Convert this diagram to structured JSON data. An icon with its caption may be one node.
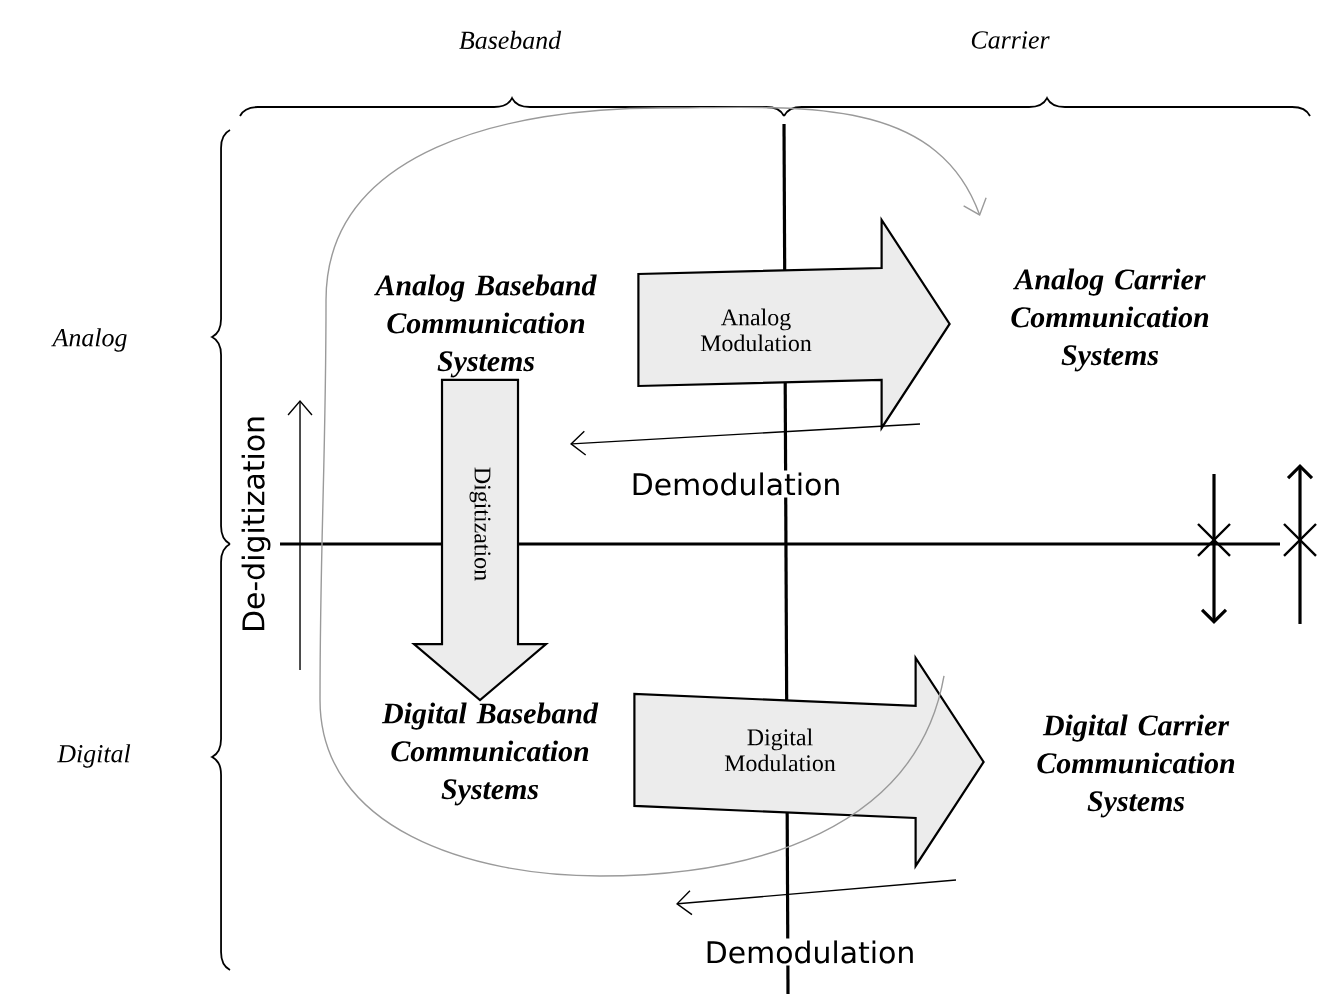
{
  "diagram": {
    "nodes": [
      {
        "text": [
          "Analog Baseband Communication Systems"
        ]
      },
      {
        "text": [
          "Analog Carrier Communication Systems"
        ]
      },
      {
        "text": [
          "Digital Baseband Communication Systems"
        ]
      },
      {
        "text": [
          "Digital Carrier Communication Systems"
        ]
      }
    ],
    "edges": [
      {
        "from": 0,
        "to": 1,
        "arrow": "to",
        "label": "Analog Modulation",
        "style": "thick"
      },
      {
        "from": 0,
        "to": 2,
        "arrow": "to",
        "label": "Digitization",
        "style": "thick"
      },
      {
        "from": 2,
        "to": 3,
        "arrow": "to",
        "label": "Digital Modulation",
        "style": "thick"
      },
      {
        "from": 1,
        "to": 0,
        "arrow": "to",
        "label": "Demodulation",
        "color": "#000000"
      },
      {
        "from": 2,
        "to": 0,
        "arrow": "to",
        "label": "De-digitization",
        "color": "#000000"
      },
      {
        "from": 3,
        "to": 2,
        "arrow": "to",
        "label": "Demodulation",
        "color": "#000000"
      },
      {
        "from": 3,
        "to": 1,
        "arrow": "to",
        "color": "#9a9a9a"
      }
    ],
    "labels": [
      "Baseband",
      "Carrier",
      "Analog",
      "Digital"
    ]
  }
}
